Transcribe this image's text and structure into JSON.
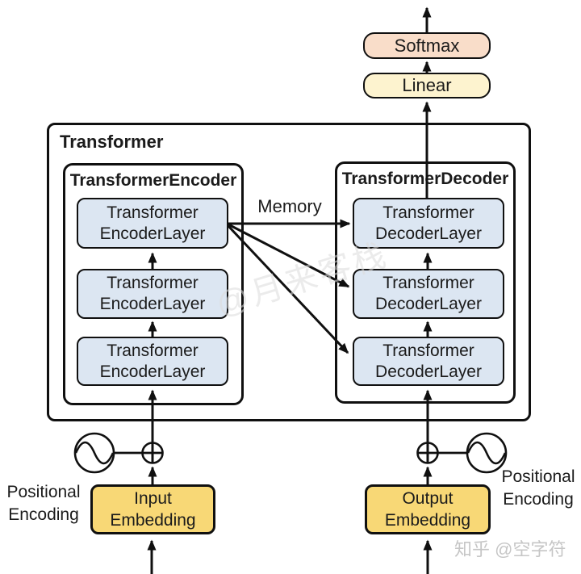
{
  "output_head": {
    "softmax_label": "Softmax",
    "linear_label": "Linear"
  },
  "transformer": {
    "label": "Transformer",
    "encoder": {
      "title": "TransformerEncoder",
      "layers": [
        {
          "line1": "Transformer",
          "line2": "EncoderLayer"
        },
        {
          "line1": "Transformer",
          "line2": "EncoderLayer"
        },
        {
          "line1": "Transformer",
          "line2": "EncoderLayer"
        }
      ]
    },
    "decoder": {
      "title": "TransformerDecoder",
      "layers": [
        {
          "line1": "Transformer",
          "line2": "DecoderLayer"
        },
        {
          "line1": "Transformer",
          "line2": "DecoderLayer"
        },
        {
          "line1": "Transformer",
          "line2": "DecoderLayer"
        }
      ]
    },
    "memory_label": "Memory"
  },
  "embeddings": {
    "input": {
      "line1": "Input",
      "line2": "Embedding"
    },
    "output": {
      "line1": "Output",
      "line2": "Embedding"
    }
  },
  "positional_encoding": {
    "left": {
      "line1": "Positional",
      "line2": "Encoding"
    },
    "right": {
      "line1": "Positional",
      "line2": "Encoding"
    }
  },
  "watermarks": {
    "center": "@月来客栈",
    "bottom_right": "知乎 @空字符"
  },
  "colors": {
    "softmax_fill": "#f9ddc9",
    "linear_fill": "#fdf3cf",
    "layer_fill": "#dce6f2",
    "embedding_fill": "#f8d876",
    "line_color": "#101010",
    "watermark_gray": "#c6c6c6"
  }
}
